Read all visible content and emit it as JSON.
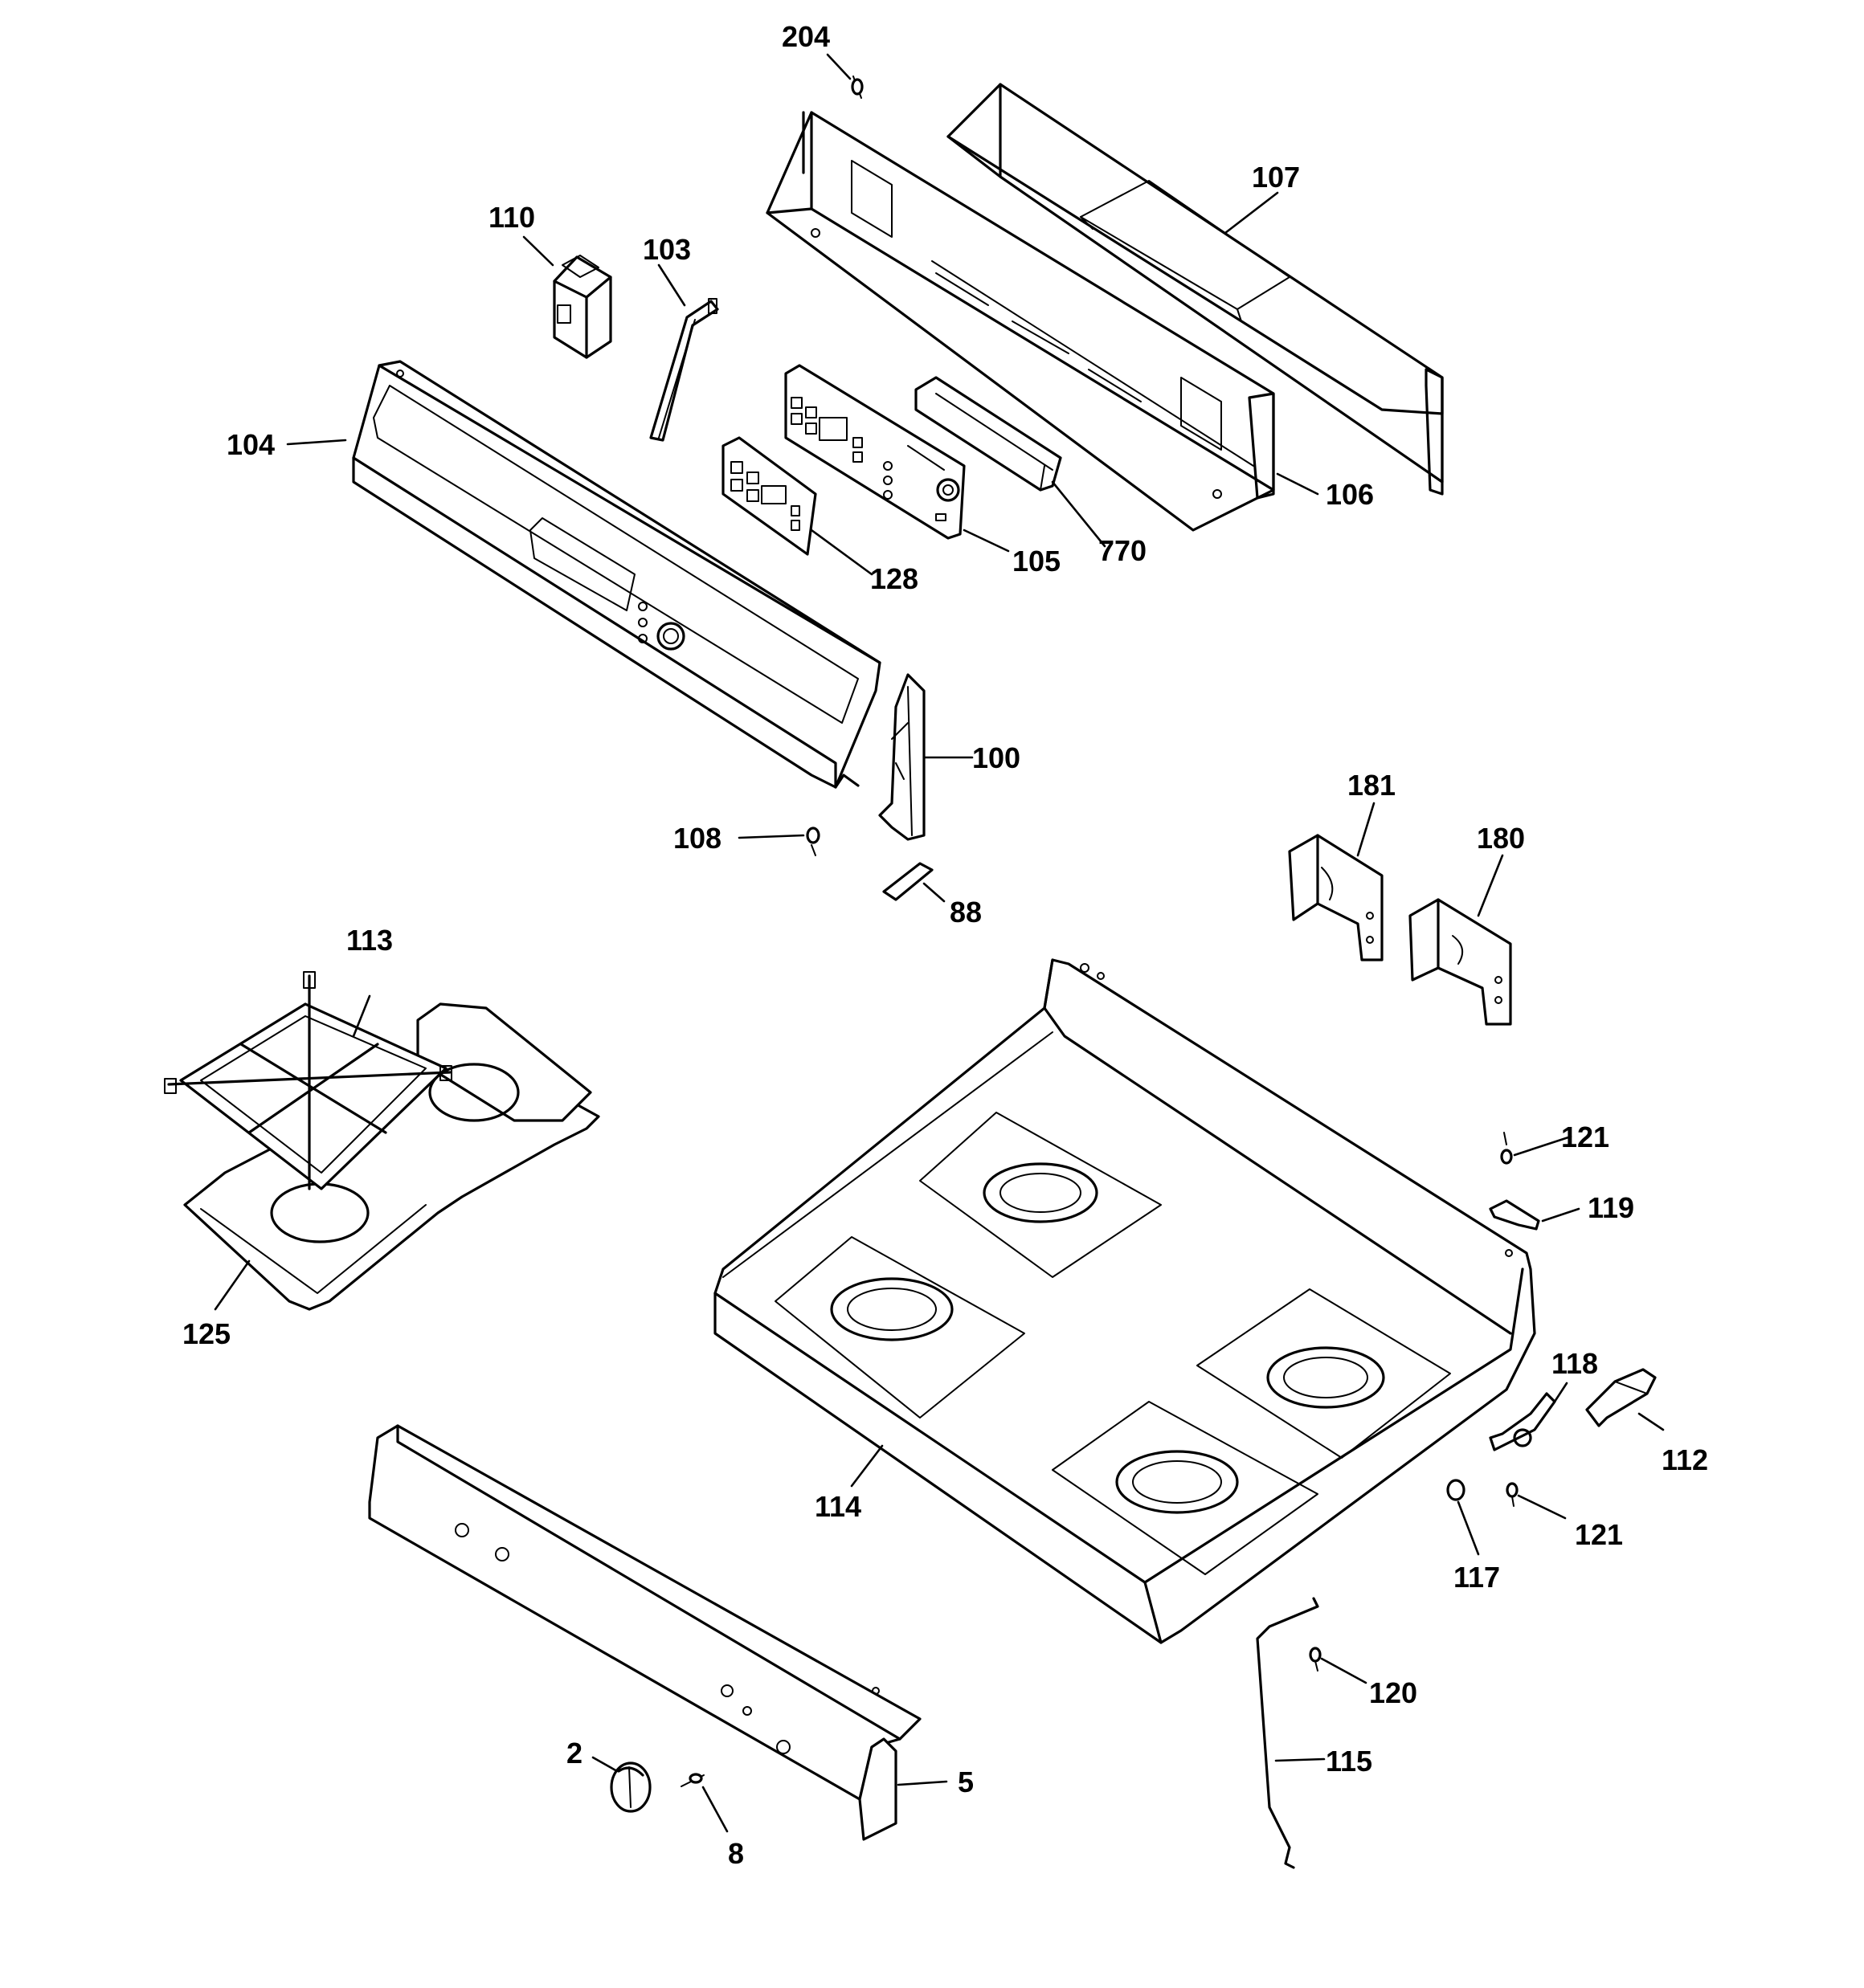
{
  "labels": {
    "l204": "204",
    "l107": "107",
    "l110": "110",
    "l103": "103",
    "l104": "104",
    "l106": "106",
    "l128": "128",
    "l105": "105",
    "l770": "770",
    "l100": "100",
    "l108": "108",
    "l88": "88",
    "l181": "181",
    "l180": "180",
    "l113": "113",
    "l125": "125",
    "l121a": "121",
    "l119": "119",
    "l118": "118",
    "l112": "112",
    "l114": "114",
    "l121b": "121",
    "l117": "117",
    "l120": "120",
    "l115": "115",
    "l2": "2",
    "l8": "8",
    "l5": "5"
  }
}
